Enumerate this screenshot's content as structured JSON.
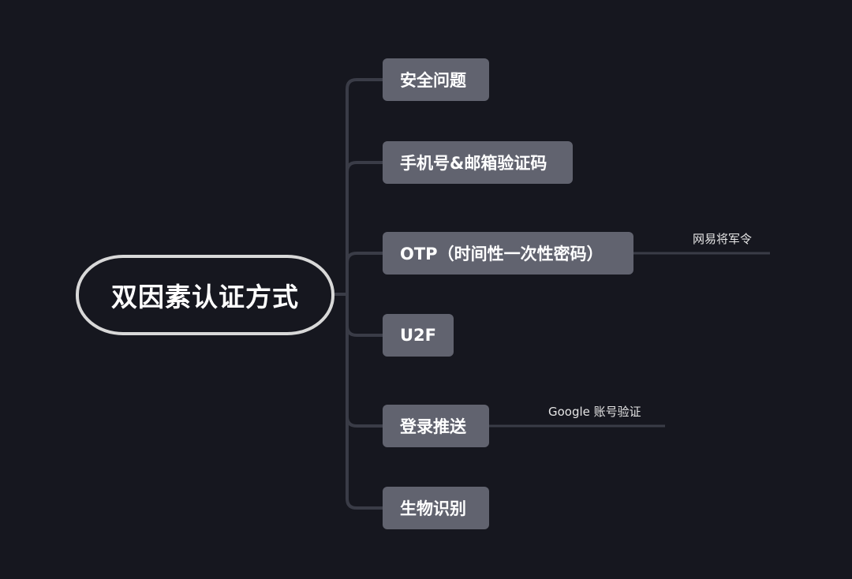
{
  "root": {
    "label": "双因素认证方式"
  },
  "branches": [
    {
      "label": "安全问题"
    },
    {
      "label": "手机号&邮箱验证码"
    },
    {
      "label": "OTP（时间性一次性密码）",
      "note": "网易将军令"
    },
    {
      "label": "U2F"
    },
    {
      "label": "登录推送",
      "note": "Google 账号验证"
    },
    {
      "label": "生物识别"
    }
  ],
  "colors": {
    "background": "#16171f",
    "node_fill": "#61636f",
    "root_border": "#d8d8d8",
    "connector": "#3a3c47",
    "text": "#ffffff"
  }
}
